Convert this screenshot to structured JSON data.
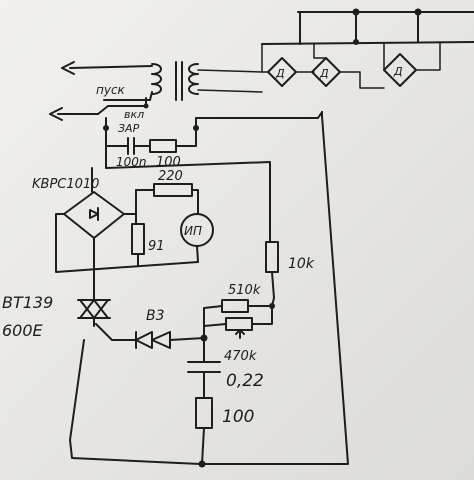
{
  "diagram": {
    "labels": {
      "start": "пуск",
      "power": "вкл",
      "charge": "ЗАР",
      "cap_top": "100n",
      "res_top": "100",
      "bridge": "KBPC1010",
      "res_220": "220",
      "res_91": "91",
      "meter": "ИП",
      "res_10k": "10k",
      "triac": "BT139",
      "triac_v": "600E",
      "diac": "В3",
      "res_510k": "510k",
      "pot_470k": "470k",
      "cap_bottom": "0,22",
      "res_bottom": "100"
    },
    "bridge_marks": [
      "Д",
      "Д",
      "Д"
    ]
  }
}
